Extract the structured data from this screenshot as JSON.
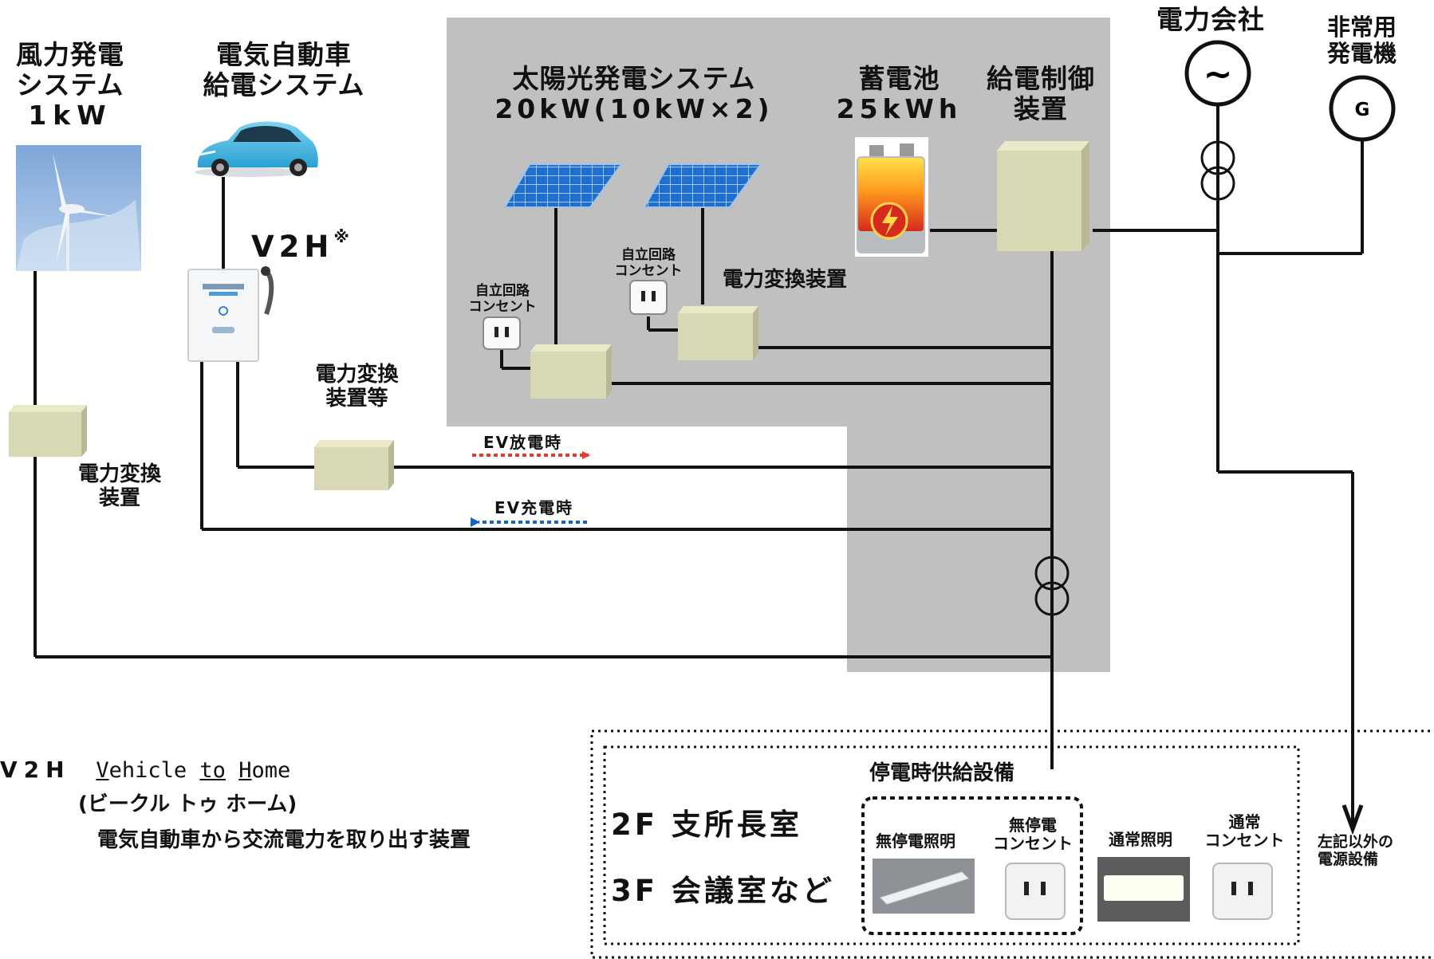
{
  "wind": {
    "title_line1": "風力発電",
    "title_line2": "システム",
    "capacity": "1kW",
    "converter_line1": "電力変換",
    "converter_line2": "装置"
  },
  "ev": {
    "title_line1": "電気自動車",
    "title_line2": "給電システム",
    "v2h_label": "V2H",
    "v2h_mark": "※",
    "converter_line1": "電力変換",
    "converter_line2": "装置等"
  },
  "solar": {
    "title": "太陽光発電システム",
    "capacity": "20kW(10kW×2)",
    "converter_label": "電力変換装置",
    "outlet_line1": "自立回路",
    "outlet_line2": "コンセント"
  },
  "battery": {
    "title": "蓄電池",
    "capacity": "25kWh"
  },
  "controller": {
    "title_line1": "給電制御",
    "title_line2": "装置"
  },
  "utility": {
    "title": "電力会社",
    "symbol": "~"
  },
  "generator": {
    "title_line1": "非常用",
    "title_line2": "発電機",
    "symbol": "G"
  },
  "flows": {
    "discharge": "EV放電時",
    "charge": "EV充電時"
  },
  "note": {
    "line1_prefix": "V2H",
    "v": "V",
    "ehicle": "ehicle",
    "to": "to",
    "h": "H",
    "ome": "ome",
    "reading": "(ビークル トゥ ホーム)",
    "description": "電気自動車から交流電力を取り出す装置"
  },
  "facility": {
    "backup_header": "停電時供給設備",
    "floor1": "2F 支所長室",
    "floor2": "3F 会議室など",
    "ups_light": "無停電照明",
    "ups_outlet_line1": "無停電",
    "ups_outlet_line2": "コンセント",
    "normal_light": "通常照明",
    "normal_outlet_line1": "通常",
    "normal_outlet_line2": "コンセント"
  },
  "other": {
    "line1": "左記以外の",
    "line2": "電源設備"
  },
  "colors": {
    "panel": "#c0c0c0",
    "box_face": "#d8d8b4",
    "box_top": "#e9e9c9",
    "box_side": "#b8b894",
    "line": "#111111",
    "discharge_arrow": "#e53935",
    "charge_arrow": "#1565c0",
    "solar_cell": "#1f6fd0"
  }
}
